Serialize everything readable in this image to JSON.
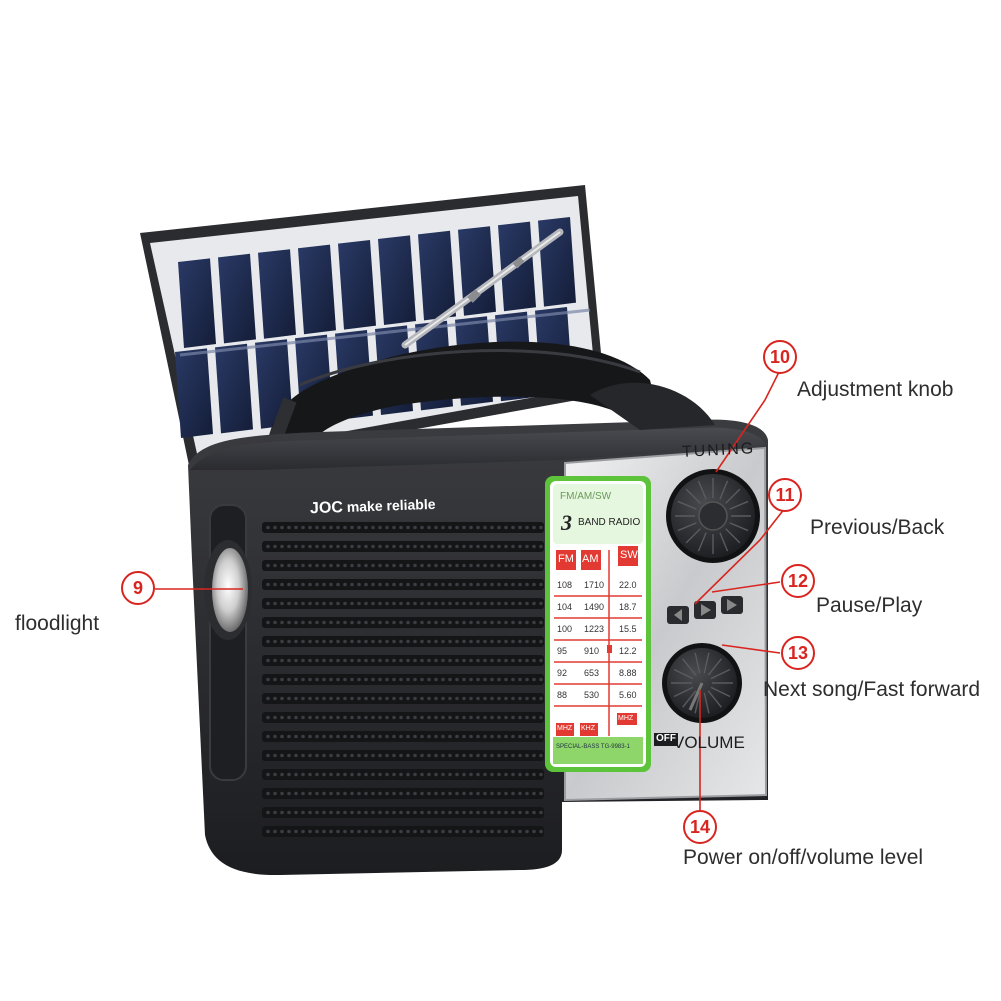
{
  "brand": {
    "logo_bold": "JOC",
    "logo_rest": "make reliable"
  },
  "panel": {
    "tuning_label": "TUNING",
    "volume_label": "VOLUME",
    "off_label": "OFF",
    "band_header": "FM/AM/SW",
    "band_digit": "3",
    "band_title": "BAND RADIO",
    "bands": [
      "FM",
      "AM",
      "SW"
    ],
    "scale_rows": [
      [
        "108",
        "1710",
        "22.0"
      ],
      [
        "104",
        "1490",
        "18.7"
      ],
      [
        "100",
        "1223",
        "15.5"
      ],
      [
        "95",
        "910",
        "12.2"
      ],
      [
        "92",
        "653",
        "8.88"
      ],
      [
        "88",
        "530",
        "5.60"
      ]
    ],
    "units": [
      "MHZ",
      "KHZ",
      "MHZ"
    ],
    "footer": "SPECIAL-BASS   TG-9983-1"
  },
  "callouts": [
    {
      "num": "9",
      "label": "floodlight"
    },
    {
      "num": "10",
      "label": "Adjustment knob"
    },
    {
      "num": "11",
      "label": "Previous/Back"
    },
    {
      "num": "12",
      "label": "Pause/Play"
    },
    {
      "num": "13",
      "label": "Next song/Fast forward"
    },
    {
      "num": "14",
      "label": "Power on/off/volume level"
    }
  ],
  "colors": {
    "accent": "#d8251f",
    "body": "#2a2b2f",
    "solar": "#1f2b4a",
    "dial_green": "#5cc33a",
    "faceplate": "#d9dadc"
  }
}
